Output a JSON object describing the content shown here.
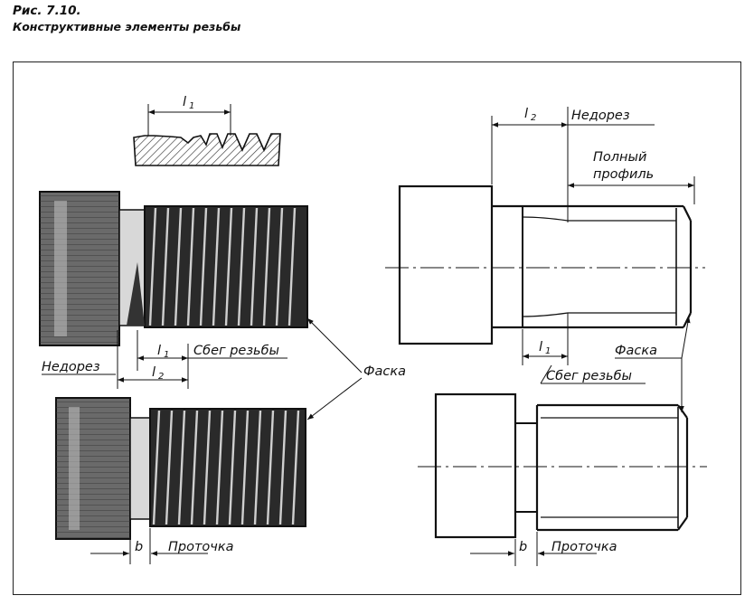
{
  "caption": {
    "number": "Рис. 7.10.",
    "title": "Конструктивные элементы резьбы"
  },
  "labels": {
    "l1": "l",
    "l2": "l",
    "l1_sub": "1",
    "l2_sub": "2",
    "b": "b",
    "nedorez": "Недорез",
    "sbeg": "Сбег резьбы",
    "faska": "Фаска",
    "protochka": "Проточка",
    "polny_line1": "Полный",
    "polny_line2": "профиль"
  }
}
